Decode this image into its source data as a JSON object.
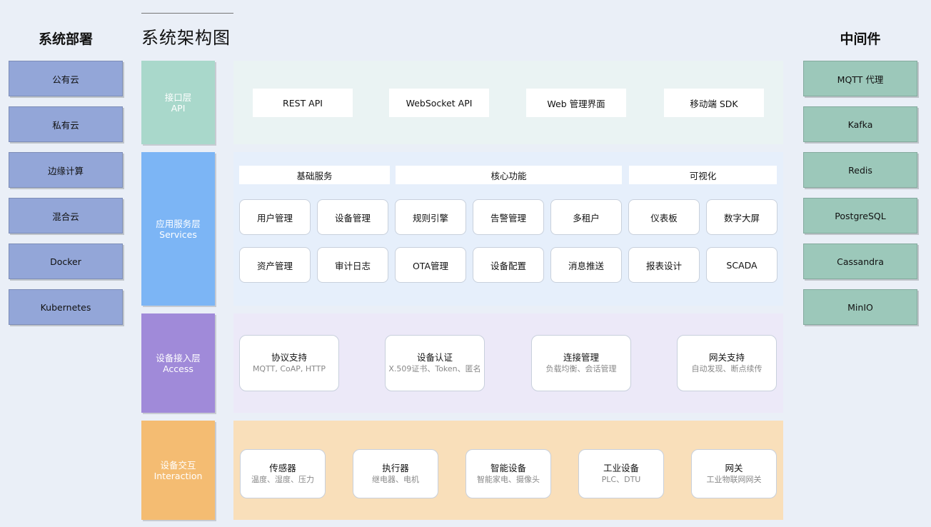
{
  "deployment": {
    "title": "系统部署",
    "items": [
      "公有云",
      "私有云",
      "边缘计算",
      "混合云",
      "Docker",
      "Kubernetes"
    ]
  },
  "architecture": {
    "title": "系统架构图",
    "api_layer": {
      "label_cn": "接口层",
      "label_en": "API",
      "items": [
        "REST API",
        "WebSocket API",
        "Web 管理界面",
        "移动端 SDK"
      ]
    },
    "service_layer": {
      "label_cn": "应用服务层",
      "label_en": "Services",
      "categories": [
        "基础服务",
        "核心功能",
        "可视化"
      ],
      "row1": [
        "用户管理",
        "设备管理",
        "规则引擎",
        "告警管理",
        "多租户",
        "仪表板",
        "数字大屏"
      ],
      "row2": [
        "资产管理",
        "审计日志",
        "OTA管理",
        "设备配置",
        "消息推送",
        "报表设计",
        "SCADA"
      ]
    },
    "access_layer": {
      "label_cn": "设备接入层",
      "label_en": "Access",
      "items": [
        {
          "title": "协议支持",
          "sub": "MQTT, CoAP, HTTP"
        },
        {
          "title": "设备认证",
          "sub": "X.509证书、Token、匿名"
        },
        {
          "title": "连接管理",
          "sub": "负载均衡、会话管理"
        },
        {
          "title": "网关支持",
          "sub": "自动发现、断点续传"
        }
      ]
    },
    "interaction_layer": {
      "label_cn": "设备交互",
      "label_en": "Interaction",
      "items": [
        {
          "title": "传感器",
          "sub": "温度、湿度、压力"
        },
        {
          "title": "执行器",
          "sub": "继电器、电机"
        },
        {
          "title": "智能设备",
          "sub": "智能家电、摄像头"
        },
        {
          "title": "工业设备",
          "sub": "PLC、DTU"
        },
        {
          "title": "网关",
          "sub": "工业物联网网关"
        }
      ]
    }
  },
  "middleware": {
    "title": "中间件",
    "items": [
      "MQTT 代理",
      "Kafka",
      "Redis",
      "PostgreSQL",
      "Cassandra",
      "MinIO"
    ]
  },
  "colors": {
    "background": "#eaeff7",
    "deploy_box": "#93a6d8",
    "middleware_box": "#9cc8ba",
    "api_label": "#a9d8cb",
    "api_panel": "#eaf3f3",
    "service_label": "#7cb5f5",
    "service_panel": "#e6effb",
    "access_label": "#a08ad9",
    "access_panel": "#ece9f8",
    "interaction_label": "#f4bc72",
    "interaction_panel": "#f9dfba"
  }
}
